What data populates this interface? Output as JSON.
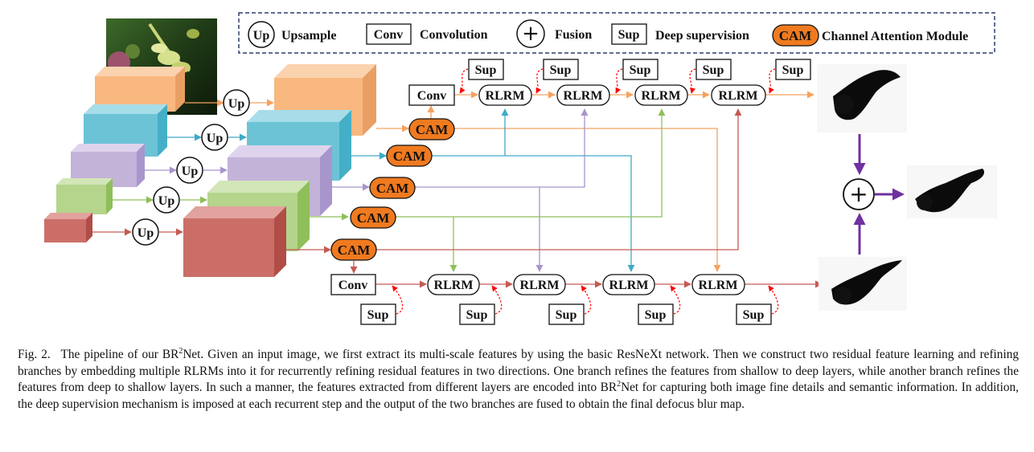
{
  "legend": {
    "up_symbol": "Up",
    "up_label": "Upsample",
    "conv_symbol": "Conv",
    "conv_label": "Convolution",
    "fusion_symbol": "+",
    "fusion_label": "Fusion",
    "sup_symbol": "Sup",
    "sup_label": "Deep supervision",
    "cam_symbol": "CAM",
    "cam_label": "Channel Attention Module"
  },
  "blocks": {
    "up": "Up",
    "conv": "Conv",
    "cam": "CAM",
    "rlrm": "RLRM",
    "sup": "Sup",
    "fusion": "+"
  },
  "colors": {
    "orange": "#F8B880",
    "blue": "#6CC3D6",
    "purple": "#C3B3D9",
    "green": "#B5D48C",
    "red": "#CC6E68",
    "cam_fill": "#F07A1F",
    "fusion_arrow": "#7030A0",
    "sup_link": "#FF0000",
    "legend_border": "#2F3D6B"
  },
  "caption": {
    "fig_label": "Fig. 2.",
    "part1": "The pipeline of our BR",
    "sup1": "2",
    "part2": "Net. Given an input image, we first extract its multi-scale features by using the basic ResNeXt network. Then we construct two residual feature learning and refining branches by embedding multiple RLRMs into it for recurrently refining residual features in two directions. One branch refines the features from shallow to deep layers, while another branch refines the features from deep to shallow layers. In such a manner, the features extracted from different layers are encoded into BR",
    "sup2": "2",
    "part3": "Net for capturing both image fine details and semantic information. In addition, the deep supervision mechanism is imposed at each recurrent step and the output of the two branches are fused to obtain the final defocus blur map."
  }
}
